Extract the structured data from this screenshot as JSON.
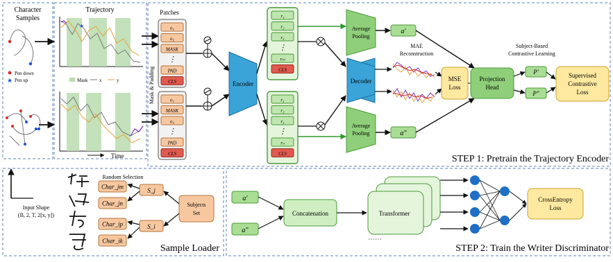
{
  "char_samples": {
    "title_line1": "Character",
    "title_line2": "Samples",
    "pen_down": "Pen down",
    "pen_up": "Pen up"
  },
  "trajectory": {
    "title": "Trajectory",
    "legend_mask": "Mask",
    "legend_x": "x",
    "legend_y": "y",
    "time_label": "Time"
  },
  "patches": {
    "title": "Patches",
    "side_label": "Mask & Padding",
    "top_items": [
      "o₁",
      "o₂",
      "MASK",
      "⋮",
      "PAD",
      "CLS"
    ],
    "bottom_items": [
      "o₁",
      "MASK",
      "o₃",
      "⋮",
      "PAD",
      "CLS"
    ]
  },
  "encoder": "Encoder",
  "decoder": "Decoder",
  "reps_top": [
    "r₁",
    "r₂",
    "r₃",
    "⋮",
    "rₘ",
    "CLS"
  ],
  "reps_bottom": [
    "r₁",
    "r₂",
    "r₃",
    "⋮",
    "rₙ",
    "CLS"
  ],
  "avg_pool_top": [
    "Average",
    "Pooling"
  ],
  "avg_pool_bottom": [
    "Average",
    "Pooling"
  ],
  "a_prime": "a′",
  "a_double": "a″",
  "mae": [
    "MAE",
    "Reconstruction"
  ],
  "mse": [
    "MSE",
    "Loss"
  ],
  "projection": [
    "Projection",
    "Head"
  ],
  "contrastive_title": [
    "Subject-Based",
    "Contrastive Learning"
  ],
  "p_prime": "P′",
  "p_double": "P″",
  "supervised": [
    "Supervised",
    "Contrastive",
    "Loss"
  ],
  "step1": "STEP 1: Pretrain the Trajectory Encoder",
  "sample_loader": {
    "input_shape_line1": "Input Shape",
    "input_shape_line2": "(B, 2, T, 2[x, y])",
    "random_selection": "Random Selection",
    "chars": [
      "Char_jm",
      "Char_jn",
      "Char_ip",
      "Char_ik"
    ],
    "s_j": "S_j",
    "s_i": "S_i",
    "subjects_set": [
      "Subjects",
      "Set"
    ],
    "title": "Sample Loader"
  },
  "step2": {
    "a_prime": "a′",
    "a_double": "a″",
    "concat": "Concatenation",
    "transformer": "Transformer",
    "crossentropy": [
      "CrossEntropy",
      "Loss"
    ],
    "title": "STEP 2: Train the Writer Discriminator"
  },
  "colors": {
    "green": "#8fcf7a",
    "green_border": "#4a9a3a",
    "blue": "#3aa3d8",
    "blue_border": "#1d6f9a",
    "yellow": "#ffe9a0",
    "yellow_border": "#c9a227",
    "red": "#e05a4e",
    "gray": "#d9d9d9",
    "orange": "#f7c8a0",
    "node_blue": "#1f6fc5",
    "mask_green": "#b9dcae"
  }
}
